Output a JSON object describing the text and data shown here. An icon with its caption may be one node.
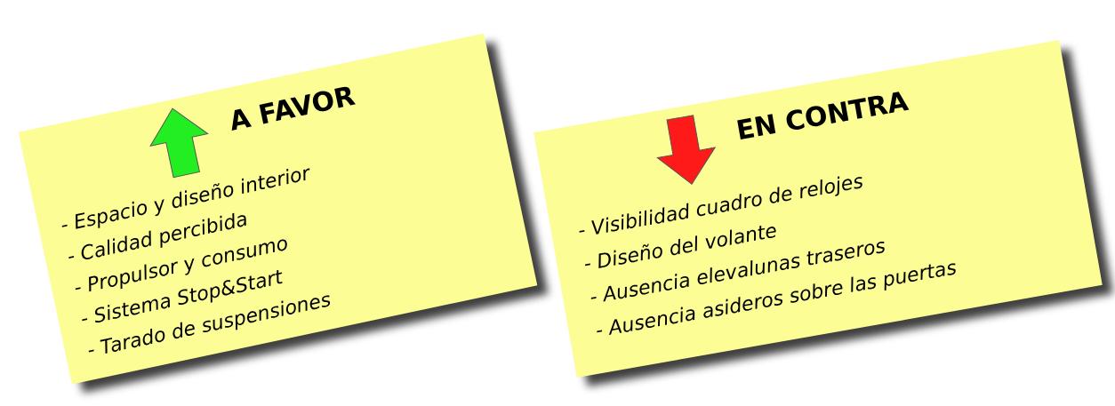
{
  "diagram": {
    "nodes": [
      {
        "text": [
          "A FAVOR",
          "- Espacio y diseño interior",
          "- Calidad percibida",
          "- Propulsor y consumo",
          "- Sistema Stop&Start",
          "- Tarado de suspensiones"
        ]
      },
      {
        "text": [
          "EN CONTRA",
          "- Visibilidad cuadro de relojes",
          "- Diseño del volante",
          "- Ausencia elevalunas traseros",
          "- Ausencia asideros sobre las puertas"
        ]
      }
    ]
  }
}
